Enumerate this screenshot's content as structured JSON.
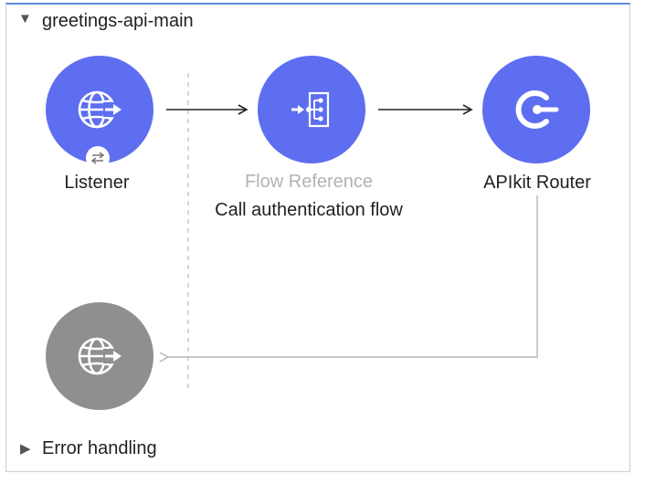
{
  "flow": {
    "title": "greetings-api-main",
    "nodes": [
      {
        "type_label": "",
        "name": "Listener",
        "icon": "globe-arrow-icon"
      },
      {
        "type_label": "Flow Reference",
        "name": "Call authentication flow",
        "icon": "flow-reference-icon"
      },
      {
        "type_label": "",
        "name": "APIkit Router",
        "icon": "apikit-router-icon"
      }
    ],
    "response_icon": "globe-arrow-icon"
  },
  "error_handling": {
    "label": "Error handling"
  },
  "colors": {
    "node": "#5d6ef0",
    "response_node": "#8f8f8f",
    "accent": "#5b8fd6"
  }
}
